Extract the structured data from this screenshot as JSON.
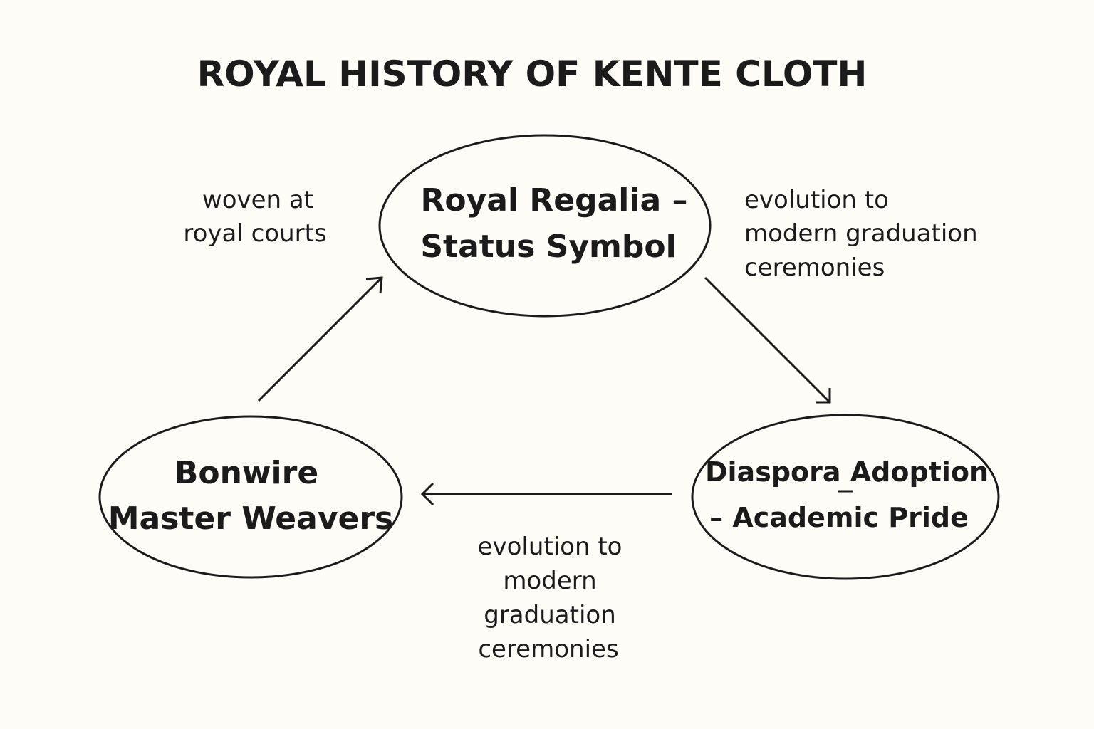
{
  "title": "ROYAL HISTORY OF KENTE CLOTH",
  "nodes": {
    "top": {
      "line1": "Royal Regalia –",
      "line2": "Status Symbol"
    },
    "left": {
      "line1": "Bonwire",
      "line2": "Master Weavers"
    },
    "right": {
      "line1": "Diaspora Adoption",
      "line2": "– Academic Pride"
    }
  },
  "edges": {
    "left_to_top": {
      "line1": "woven at",
      "line2": "royal courts"
    },
    "top_to_right": {
      "line1": "evolution to",
      "line2": "modern graduation",
      "line3": "ceremonies"
    },
    "right_to_left": {
      "line1": "evolution to",
      "line2": "modern",
      "line3": "graduation",
      "line4": "ceremonies"
    }
  },
  "colors": {
    "background": "#fdfcf7",
    "ink": "#1b1b1b"
  }
}
